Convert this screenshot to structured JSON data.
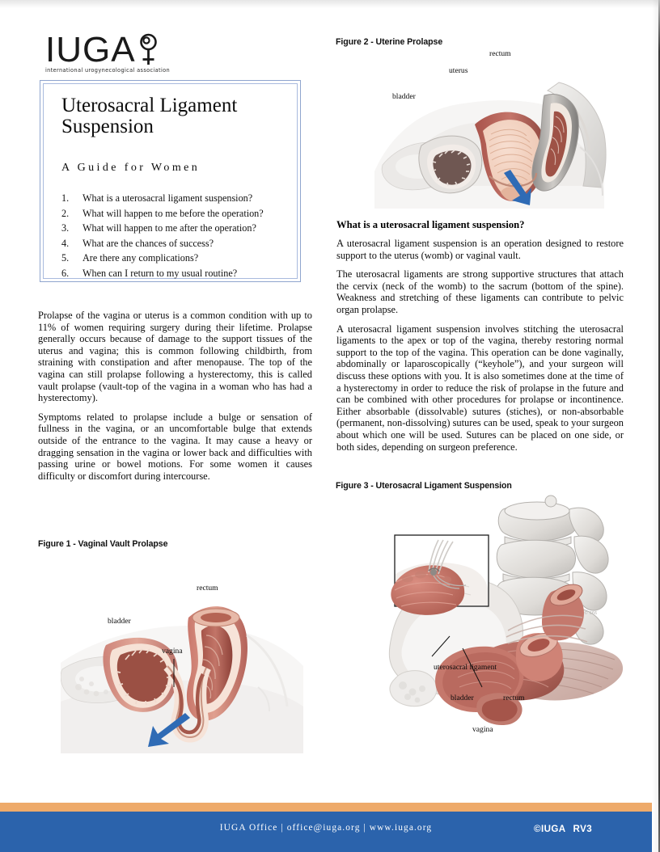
{
  "logo": {
    "wordmark": "IUGA",
    "tagline": "international urogynecological association",
    "icon": "venus-symbol-icon"
  },
  "title_box": {
    "title": "Uterosacral Ligament Suspension",
    "subtitle": "A Guide for Women",
    "toc": [
      {
        "num": "1.",
        "text": "What is a uterosacral ligament suspension?"
      },
      {
        "num": "2.",
        "text": "What will happen to me before the operation?"
      },
      {
        "num": "3.",
        "text": "What will happen to me after the operation?"
      },
      {
        "num": "4.",
        "text": "What are the chances of success?"
      },
      {
        "num": "5.",
        "text": "Are there any complications?"
      },
      {
        "num": "6.",
        "text": "When can I return to my usual routine?"
      }
    ]
  },
  "left_column": {
    "paragraphs": [
      "Prolapse of the vagina or uterus is a common condition with up to 11% of women requiring surgery during their lifetime. Prolapse generally occurs because of damage to the support tissues of the uterus and vagina; this is common following childbirth, from straining with constipation and after menopause. The top of the vagina can still prolapse following a hysterectomy, this is called vault prolapse (vault-top of the vagina in a woman who has had a hysterectomy).",
      "Symptoms related to prolapse include a bulge or sensation of fullness in the vagina, or an uncomfortable bulge that extends outside of the entrance to the vagina. It may cause a heavy or dragging sensation in the vagina or lower back and difficulties with passing urine or bowel motions. For some women it causes difficulty or discomfort during intercourse."
    ]
  },
  "right_column": {
    "heading": "What is a uterosacral ligament suspension?",
    "paragraphs": [
      "A uterosacral ligament suspension is an operation designed to restore support to the uterus (womb) or vaginal vault.",
      "The uterosacral ligaments are strong supportive structures that attach the cervix (neck of the womb) to the sacrum (bottom of the spine). Weakness and stretching of these ligaments can contribute to pelvic organ prolapse.",
      "A uterosacral ligament suspension involves stitching the uterosacral ligaments to the apex or top of the vagina, thereby restoring normal support to the top of the vagina. This operation can be done vaginally, abdominally or laparoscopically (“keyhole”), and your surgeon will discuss these options with you. It is also sometimes done at the time of a hysterectomy in order to reduce the risk of prolapse in the future and can be combined with other procedures for prolapse or incontinence. Either absorbable (dissolvable) sutures (stiches), or non-absorbable (permanent, non-dissolving) sutures can be used, speak to your surgeon about which one will be used. Sutures can be placed on one side, or both sides, depending on surgeon preference."
    ]
  },
  "figures": [
    {
      "id": "figure1",
      "caption": "Figure 1 - Vaginal Vault Prolapse",
      "labels": [
        "rectum",
        "bladder",
        "vagina"
      ],
      "arrow_color": "#2f6bb5"
    },
    {
      "id": "figure2",
      "caption": "Figure 2 - Uterine Prolapse",
      "labels": [
        "rectum",
        "uterus",
        "bladder"
      ],
      "arrow_color": "#2f6bb5"
    },
    {
      "id": "figure3",
      "caption": "Figure 3 - Uterosacral Ligament Suspension",
      "labels": [
        "uterosacral ligament",
        "bladder",
        "rectum",
        "vagina"
      ]
    }
  ],
  "footer": {
    "contact": "IUGA Office  |  office@iuga.org  |  www.iuga.org",
    "copyright": "©IUGA",
    "revision": "RV3",
    "stripe_color": "#eeaa6a",
    "bar_color": "#2b63ac"
  }
}
